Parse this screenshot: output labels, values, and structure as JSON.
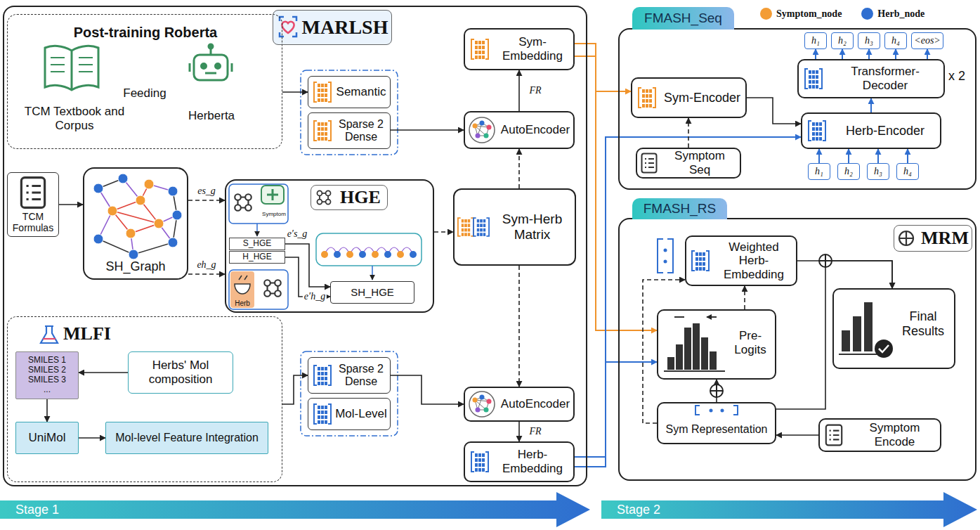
{
  "diagram": {
    "nodes": [
      {
        "text": [
          "MARLSH"
        ]
      },
      {
        "text": [
          "Post-training Roberta",
          "TCM Textbook and Corpus",
          "Feeding",
          "Herberta"
        ],
        "in": 0
      },
      {
        "text": [
          "Semantic"
        ],
        "in": 0
      },
      {
        "text": [
          "Sparse 2 Dense"
        ],
        "in": 0
      },
      {
        "text": [
          "AutoEncoder"
        ],
        "in": 0
      },
      {
        "text": [
          "Sym-Embedding"
        ],
        "in": 0
      },
      {
        "text": [
          "TCM Formulas"
        ],
        "in": 0
      },
      {
        "text": [
          "SH_Graph"
        ],
        "in": 0
      },
      {
        "text": [
          "HGE",
          "Symptom",
          "Herb"
        ],
        "in": 0
      },
      {
        "text": [
          "S_HGE"
        ],
        "in": 8
      },
      {
        "text": [
          "H_HGE"
        ],
        "in": 8
      },
      {
        "text": [
          "SH_HGE"
        ],
        "in": 8
      },
      {
        "text": [
          "Sym-Herb Matrix"
        ],
        "in": 0
      },
      {
        "text": [
          "MLFI"
        ],
        "in": 0
      },
      {
        "text": [
          "SMILES 1",
          "SMILES 2",
          "SMILES 3",
          "..."
        ],
        "in": 13
      },
      {
        "text": [
          "Herbs' Mol composition"
        ],
        "in": 13
      },
      {
        "text": [
          "UniMol"
        ],
        "in": 13
      },
      {
        "text": [
          "Mol-level Feature Integration"
        ],
        "in": 13
      },
      {
        "text": [
          "Sparse 2 Dense"
        ],
        "in": 0
      },
      {
        "text": [
          "Mol-Level"
        ],
        "in": 0
      },
      {
        "text": [
          "AutoEncoder"
        ],
        "in": 0
      },
      {
        "text": [
          "Herb-Embedding"
        ],
        "in": 0
      },
      {
        "text": [
          "FMASH_Seq"
        ]
      },
      {
        "text": [
          "Sym-Encoder"
        ],
        "in": 22
      },
      {
        "text": [
          "Symptom Seq"
        ],
        "in": 22
      },
      {
        "text": [
          "Herb-Encoder"
        ],
        "in": 22
      },
      {
        "text": [
          "Transformer-Decoder"
        ],
        "in": 22
      },
      {
        "text": [
          "h₁"
        ],
        "in": 22
      },
      {
        "text": [
          "h₂"
        ],
        "in": 22
      },
      {
        "text": [
          "h₃"
        ],
        "in": 22
      },
      {
        "text": [
          "h₄"
        ],
        "in": 22
      },
      {
        "text": [
          "<eos>"
        ],
        "in": 22
      },
      {
        "text": [
          "h₁"
        ],
        "in": 22
      },
      {
        "text": [
          "h₂"
        ],
        "in": 22
      },
      {
        "text": [
          "h₃"
        ],
        "in": 22
      },
      {
        "text": [
          "h₄"
        ],
        "in": 22
      },
      {
        "text": [
          "FMASH_RS",
          "MRM"
        ]
      },
      {
        "text": [
          "Weighted Herb-Embedding"
        ],
        "in": 36
      },
      {
        "text": [
          "Pre-Logits"
        ],
        "in": 36
      },
      {
        "text": [
          "Final Results"
        ],
        "in": 36
      },
      {
        "text": [
          "Sym Representation"
        ],
        "in": 36
      },
      {
        "text": [
          "Symptom Encode"
        ],
        "in": 36
      },
      {
        "text": [
          "Stage 1"
        ]
      },
      {
        "text": [
          "Stage 2"
        ]
      }
    ],
    "edges": [
      {
        "from": 1,
        "to": 2,
        "arrow": "to"
      },
      {
        "from": 3,
        "to": 4,
        "arrow": "to"
      },
      {
        "from": 4,
        "to": 5,
        "arrow": "to",
        "label": "FR"
      },
      {
        "from": 6,
        "to": 7,
        "arrow": "to"
      },
      {
        "from": 7,
        "to": 8,
        "arrow": "to",
        "label": "es_g"
      },
      {
        "from": 7,
        "to": 8,
        "arrow": "to",
        "label": "eh_g"
      },
      {
        "from": 9,
        "to": 11,
        "arrow": "to",
        "label": "e′s_g"
      },
      {
        "from": 10,
        "to": 11,
        "arrow": "to",
        "label": "e′h_g"
      },
      {
        "from": 8,
        "to": 12,
        "arrow": "to"
      },
      {
        "from": 12,
        "to": 4,
        "arrow": "to"
      },
      {
        "from": 12,
        "to": 20,
        "arrow": "to"
      },
      {
        "from": 15,
        "to": 14,
        "arrow": "to"
      },
      {
        "from": 14,
        "to": 16,
        "arrow": "to"
      },
      {
        "from": 16,
        "to": 17,
        "arrow": "to"
      },
      {
        "from": 13,
        "to": 18,
        "arrow": "to"
      },
      {
        "from": 18,
        "to": 20,
        "arrow": "to"
      },
      {
        "from": 20,
        "to": 21,
        "arrow": "to",
        "label": "FR"
      },
      {
        "from": 5,
        "to": 23,
        "arrow": "to"
      },
      {
        "from": 5,
        "to": 38,
        "arrow": "to"
      },
      {
        "from": 21,
        "to": 25,
        "arrow": "to"
      },
      {
        "from": 21,
        "to": 38,
        "arrow": "to"
      },
      {
        "from": 24,
        "to": 23,
        "arrow": "to"
      },
      {
        "from": 23,
        "to": 25,
        "arrow": "to"
      },
      {
        "from": 25,
        "to": 26,
        "arrow": "to"
      },
      {
        "from": 26,
        "to": 27,
        "arrow": "to"
      },
      {
        "from": 26,
        "to": 28,
        "arrow": "to"
      },
      {
        "from": 26,
        "to": 29,
        "arrow": "to"
      },
      {
        "from": 26,
        "to": 30,
        "arrow": "to"
      },
      {
        "from": 26,
        "to": 31,
        "arrow": "to"
      },
      {
        "from": 32,
        "to": 25,
        "arrow": "to"
      },
      {
        "from": 33,
        "to": 25,
        "arrow": "to"
      },
      {
        "from": 34,
        "to": 25,
        "arrow": "to"
      },
      {
        "from": 35,
        "to": 25,
        "arrow": "to"
      },
      {
        "from": 41,
        "to": 40,
        "arrow": "to"
      },
      {
        "from": 40,
        "to": 38,
        "arrow": "to"
      },
      {
        "from": 40,
        "to": 37,
        "arrow": "to"
      },
      {
        "from": 38,
        "to": 37,
        "arrow": "to"
      },
      {
        "from": 37,
        "to": 39,
        "arrow": "to"
      },
      {
        "from": 40,
        "to": 39,
        "arrow": "to"
      }
    ],
    "labels": [
      "x 2"
    ],
    "legend": [
      {
        "text": "Symptom_node",
        "color": "#f39c34"
      },
      {
        "text": "Herb_node",
        "color": "#2f6ed0"
      }
    ]
  }
}
